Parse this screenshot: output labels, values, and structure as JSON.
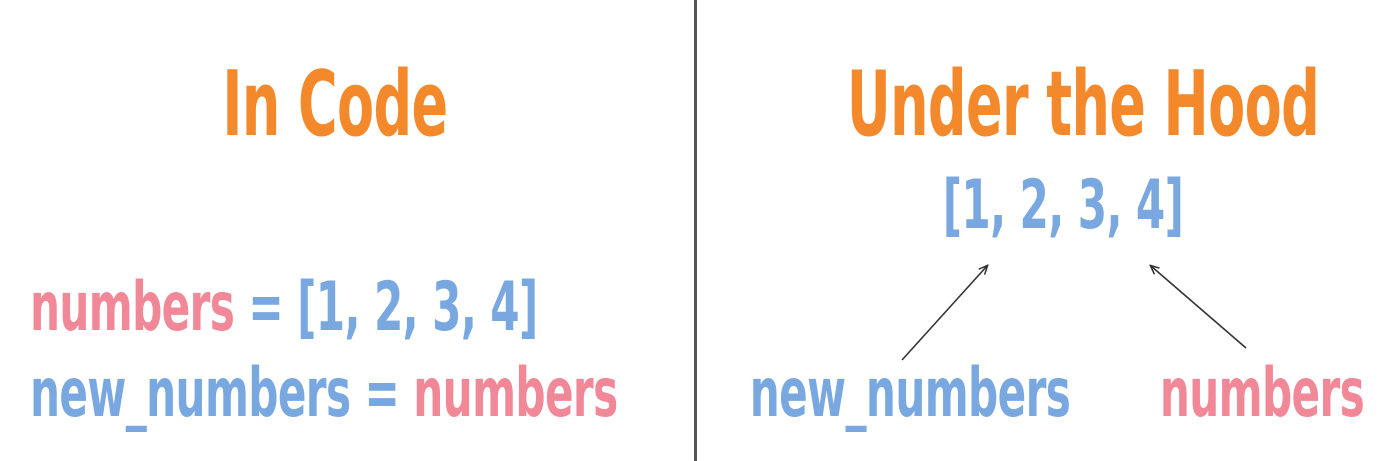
{
  "colors": {
    "heading": "#f4892b",
    "blue": "#79a8e0",
    "pink": "#f08898",
    "arrow": "#333333",
    "divider": "#555555"
  },
  "left_panel": {
    "title": "In Code",
    "line1": {
      "var": "numbers",
      "op": "=",
      "value": "[1, 2, 3, 4]"
    },
    "line2": {
      "var": "new_numbers",
      "op": "=",
      "value": "numbers"
    }
  },
  "right_panel": {
    "title": "Under the Hood",
    "list": "[1, 2, 3, 4]",
    "refs": [
      "new_numbers",
      "numbers"
    ]
  }
}
